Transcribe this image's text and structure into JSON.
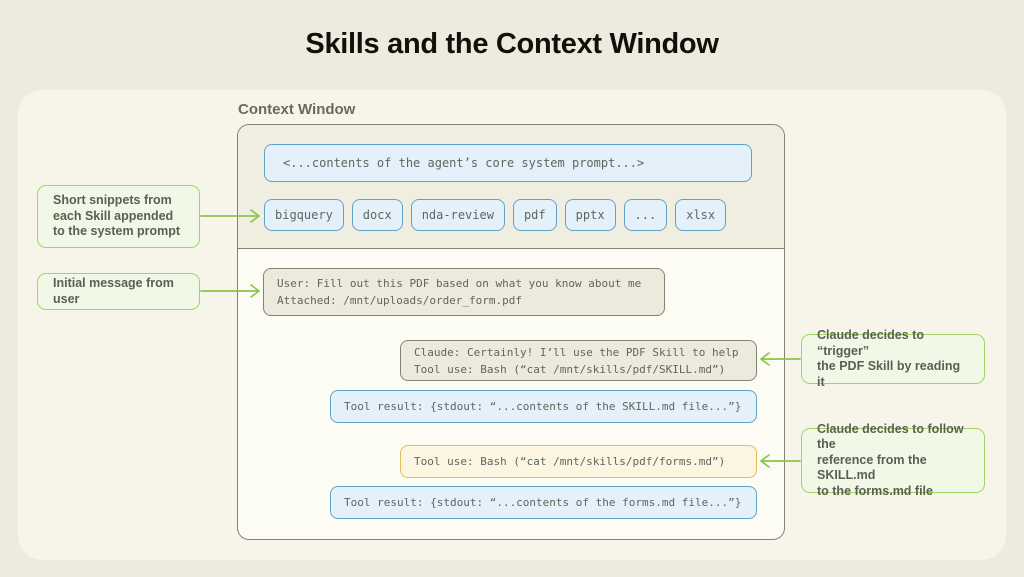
{
  "title": "Skills and the Context Window",
  "context_window": {
    "label": "Context Window",
    "system_prompt": "<...contents of the agent’s core system prompt...>",
    "skills": [
      "bigquery",
      "docx",
      "nda-review",
      "pdf",
      "pptx",
      "...",
      "xlsx"
    ],
    "messages": {
      "user": "User: Fill out this PDF based on what you know about me\nAttached: /mnt/uploads/order_form.pdf",
      "claude": "Claude: Certainly! I’ll use the PDF Skill to help\nTool use: Bash (“cat /mnt/skills/pdf/SKILL.md”)",
      "tool_result_skill": "Tool result: {stdout: “...contents of the SKILL.md file...”}",
      "tool_use_forms": "Tool use: Bash (“cat /mnt/skills/pdf/forms.md”)",
      "tool_result_forms": "Tool result: {stdout: “...contents of the forms.md file...”}"
    }
  },
  "callouts": {
    "snippets": "Short snippets from\neach Skill appended\nto the system prompt",
    "initial_message": "Initial message from user",
    "trigger": "Claude decides to “trigger”\nthe PDF Skill by reading it",
    "follow_reference": "Claude decides to follow the\nreference from the SKILL.md\nto the forms.md file"
  },
  "colors": {
    "background": "#edebdf",
    "panel": "#f7f5ea",
    "box_border_gray": "#85836f",
    "blue_border": "#5fa3cb",
    "blue_fill": "#e4f1fa",
    "green_border": "#a2d464",
    "green_fill": "#f1f9e6",
    "arrow_green": "#8cc34d",
    "yellow_border": "#e3bc5e",
    "yellow_fill": "#fcf5e1",
    "mono_text": "#5f6660"
  }
}
